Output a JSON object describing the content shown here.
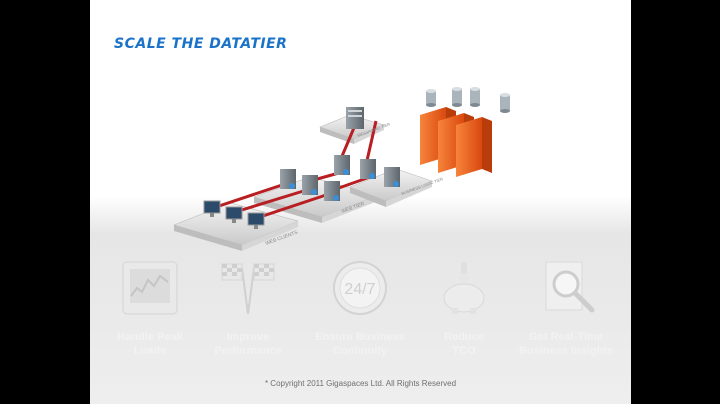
{
  "slide": {
    "title": "SCALE THE DATATIER",
    "diagram_labels": {
      "web_clients": "WEB CLIENTS",
      "web_tier": "WEB TIER",
      "business_logic": "BUSINESS LOGIC TIER",
      "messaging": "MESSAGING TIER"
    },
    "benefits": [
      {
        "label_line1": "Handle Peak",
        "label_line2": "Loads",
        "icon": "stock-chart-icon"
      },
      {
        "label_line1": "Improve",
        "label_line2": "Performance",
        "icon": "checkered-flags-icon"
      },
      {
        "label_line1": "Ensure Business",
        "label_line2": "Continuity",
        "icon": "clock-24-7-icon",
        "icon_text": "24/7"
      },
      {
        "label_line1": "Reduce",
        "label_line2": "TCO",
        "icon": "piggy-bank-icon"
      },
      {
        "label_line1": "Get Real-Time",
        "label_line2": "Business Insights",
        "icon": "magnifier-icon"
      }
    ],
    "copyright": "* Copyright 2011 Gigaspaces Ltd. All Rights Reserved"
  },
  "colors": {
    "title": "#1a73c9",
    "link_lines": "#b81e22",
    "database_orange": "#f26522",
    "label_faint": "#f2f2f2"
  }
}
